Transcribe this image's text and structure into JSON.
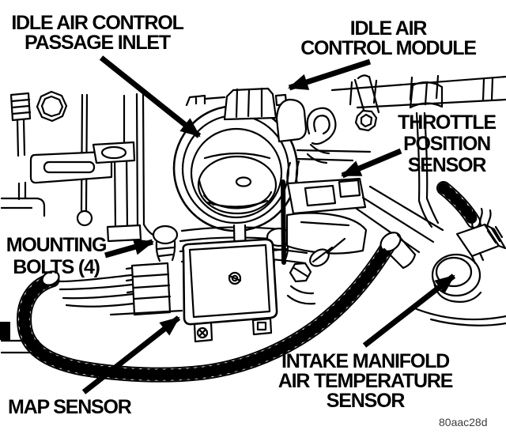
{
  "figure": {
    "description": "Throttle body component diagram",
    "background_color": "#ffffff",
    "ink_color": "#000000",
    "code": "80aac28d",
    "labels": {
      "iac_passage_inlet": {
        "lines": [
          "IDLE AIR CONTROL",
          "PASSAGE INLET"
        ]
      },
      "iac_module": {
        "lines": [
          "IDLE AIR",
          "CONTROL MODULE"
        ]
      },
      "throttle_position_sensor": {
        "lines": [
          "THROTTLE",
          "POSITION",
          "SENSOR"
        ]
      },
      "mounting_bolts": {
        "lines": [
          "MOUNTING",
          "BOLTS (4)"
        ]
      },
      "map_sensor": {
        "lines": [
          "MAP SENSOR"
        ]
      },
      "intake_air_temp_sensor": {
        "lines": [
          "INTAKE MANIFOLD",
          "AIR TEMPERATURE",
          "SENSOR"
        ]
      }
    }
  }
}
